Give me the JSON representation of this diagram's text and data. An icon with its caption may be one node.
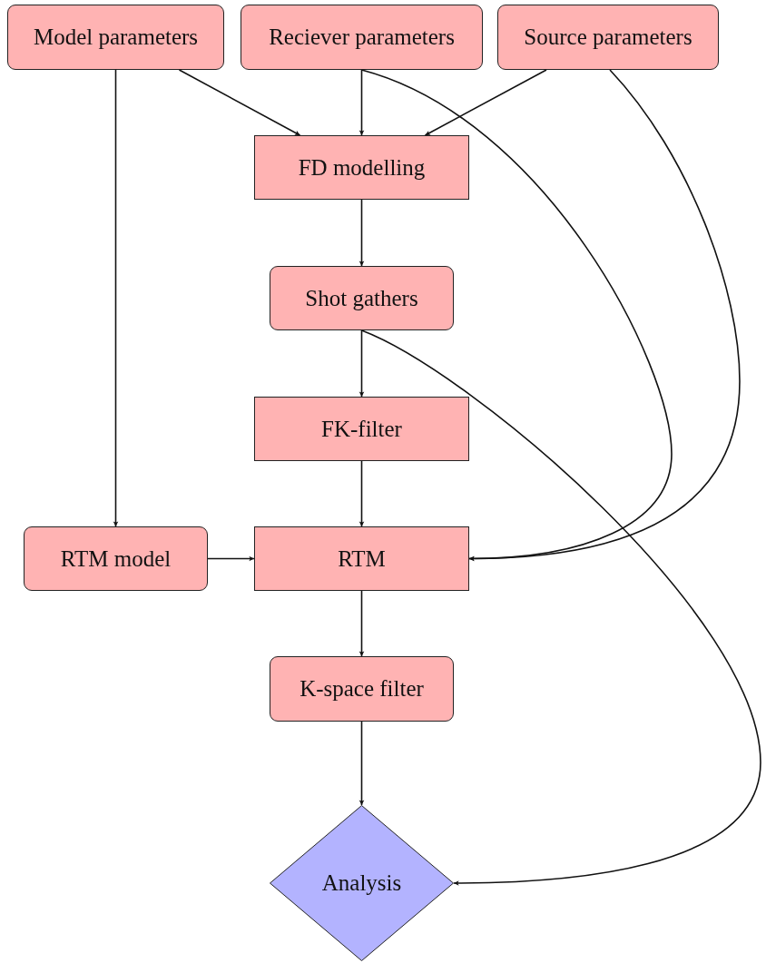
{
  "diagram": {
    "nodes": [
      {
        "text": [
          "Model parameters"
        ]
      },
      {
        "text": [
          "Reciever parameters"
        ]
      },
      {
        "text": [
          "Source parameters"
        ]
      },
      {
        "text": [
          "FD modelling"
        ]
      },
      {
        "text": [
          "Shot gathers"
        ]
      },
      {
        "text": [
          "FK-filter"
        ]
      },
      {
        "text": [
          "RTM model"
        ]
      },
      {
        "text": [
          "RTM"
        ]
      },
      {
        "text": [
          "K-space filter"
        ]
      },
      {
        "text": [
          "Analysis"
        ]
      }
    ],
    "edges": [
      {
        "from": 0,
        "to": 3,
        "arrow": "to"
      },
      {
        "from": 1,
        "to": 3,
        "arrow": "to"
      },
      {
        "from": 2,
        "to": 3,
        "arrow": "to"
      },
      {
        "from": 3,
        "to": 4,
        "arrow": "to"
      },
      {
        "from": 4,
        "to": 5,
        "arrow": "to"
      },
      {
        "from": 5,
        "to": 7,
        "arrow": "to"
      },
      {
        "from": 0,
        "to": 6,
        "arrow": "to"
      },
      {
        "from": 6,
        "to": 7,
        "arrow": "to"
      },
      {
        "from": 1,
        "to": 7,
        "arrow": "to"
      },
      {
        "from": 2,
        "to": 7,
        "arrow": "to"
      },
      {
        "from": 7,
        "to": 8,
        "arrow": "to"
      },
      {
        "from": 8,
        "to": 9,
        "arrow": "to"
      },
      {
        "from": 4,
        "to": 9,
        "arrow": "to"
      }
    ]
  }
}
